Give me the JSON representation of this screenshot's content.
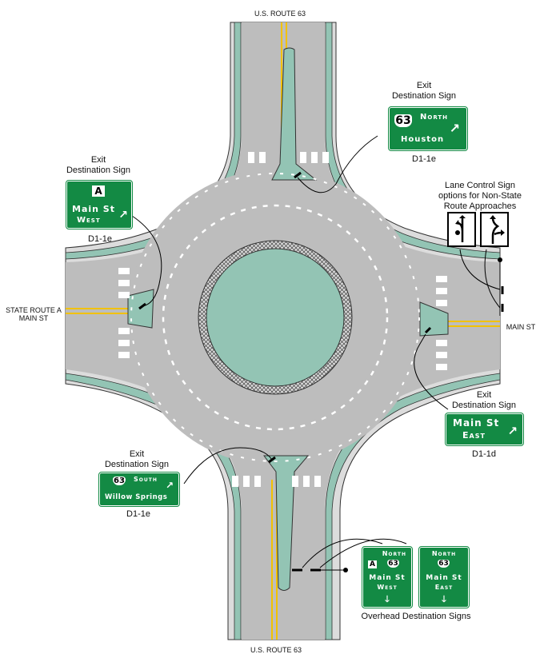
{
  "road_labels": {
    "north": "U.S. ROUTE 63",
    "south": "U.S. ROUTE 63",
    "west_line1": "STATE ROUTE A",
    "west_line2": "MAIN ST",
    "east": "MAIN ST"
  },
  "signs": {
    "north_exit": {
      "caption_line1": "Exit",
      "caption_line2": "Destination Sign",
      "route": "63",
      "direction": "North",
      "destination": "Houston",
      "code": "D1-1e"
    },
    "west_exit": {
      "caption_line1": "Exit",
      "caption_line2": "Destination Sign",
      "route": "A",
      "destination": "Main St",
      "direction": "West",
      "code": "D1-1e"
    },
    "east_exit": {
      "caption_line1": "Exit",
      "caption_line2": "Destination Sign",
      "destination": "Main St",
      "direction": "East",
      "code": "D1-1d"
    },
    "south_exit": {
      "caption_line1": "Exit",
      "caption_line2": "Destination Sign",
      "route": "63",
      "direction": "South",
      "destination": "Willow Springs",
      "code": "D1-1e"
    },
    "lane_control": {
      "caption_line1": "Lane Control Sign",
      "caption_line2": "options for Non-State",
      "caption_line3": "Route Approaches"
    },
    "overhead": {
      "caption": "Overhead Destination Signs",
      "left": {
        "direction": "North",
        "route_a": "A",
        "route": "63",
        "destination": "Main St",
        "sub": "West"
      },
      "right": {
        "direction": "North",
        "route": "63",
        "destination": "Main St",
        "sub": "East"
      }
    }
  },
  "colors": {
    "sign_green": "#138a44",
    "island": "#93c4b4",
    "pavement": "#bdbdbd",
    "yellow": "#f2c200"
  }
}
